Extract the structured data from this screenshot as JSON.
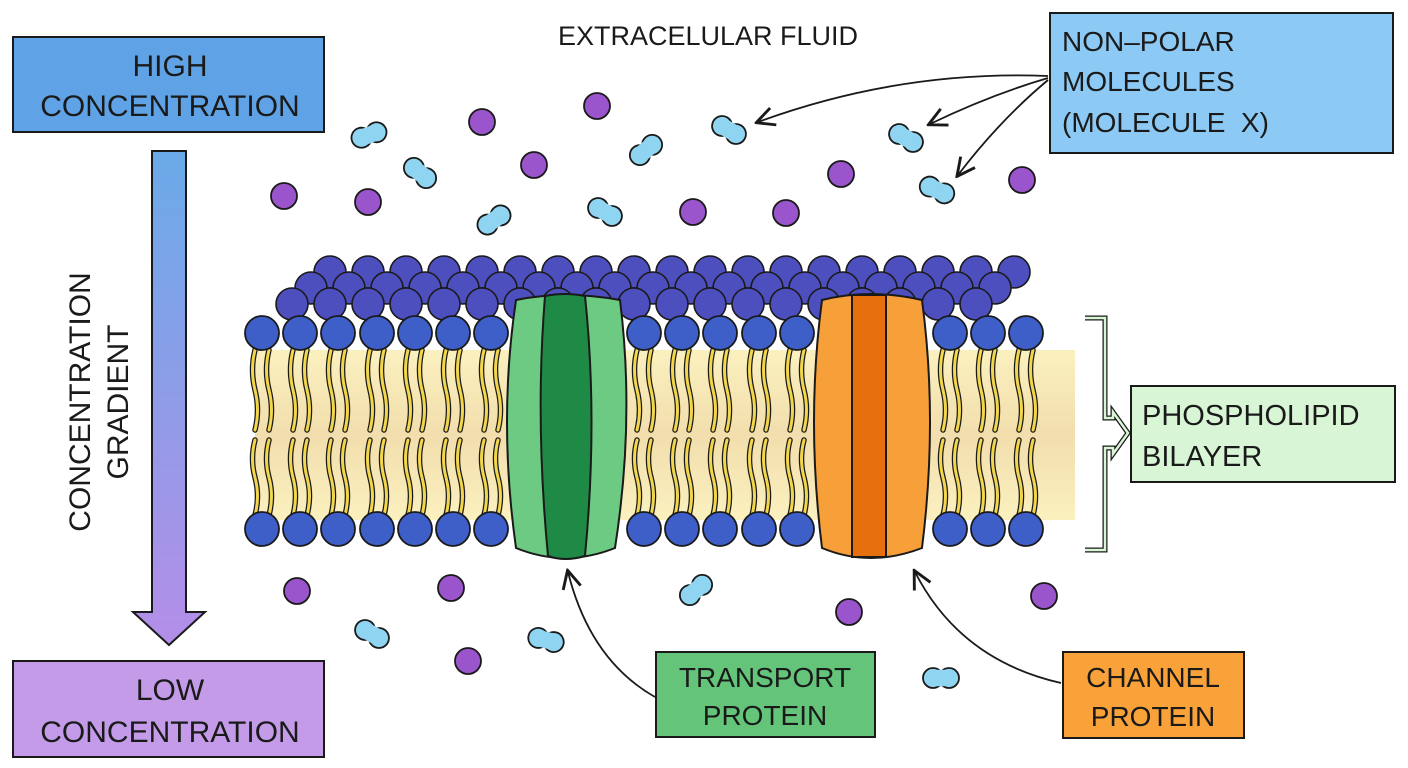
{
  "title": "EXTRACELULAR FLUID",
  "high_box": {
    "line1": "HIGH",
    "line2": "CONCENTRATION"
  },
  "low_box": {
    "line1": "LOW",
    "line2": "CONCENTRATION"
  },
  "gradient_label": {
    "line1": "CONCENTRATION",
    "line2": "GRADIENT"
  },
  "nonpolar_box": {
    "line1": "NON–POLAR",
    "line2": "MOLECULES",
    "line3": "(MOLECULE  X)"
  },
  "bilayer_box": {
    "line1": "PHOSPHOLIPID",
    "line2": "BILAYER"
  },
  "transport_box": {
    "line1": "TRANSPORT",
    "line2": "PROTEIN"
  },
  "channel_box": {
    "line1": "CHANNEL",
    "line2": "PROTEIN"
  },
  "colors": {
    "high_box": "#5fa3e6",
    "low_box": "#c39be8",
    "nonpolar_box": "#8ccaf5",
    "bilayer_box": "#d8f5d6",
    "transport_box": "#64c57a",
    "channel_box": "#f9a23a",
    "phosphate_head": "#3f5fc8",
    "lipid_tail": "#f2d64b",
    "purple_molecule": "#9a55cc",
    "cyan_molecule": "#8fd4f0",
    "transport_protein": "#6cca82",
    "transport_protein_dark": "#1e8a46",
    "channel_protein": "#f7a03a",
    "channel_protein_dark": "#e6700e"
  }
}
